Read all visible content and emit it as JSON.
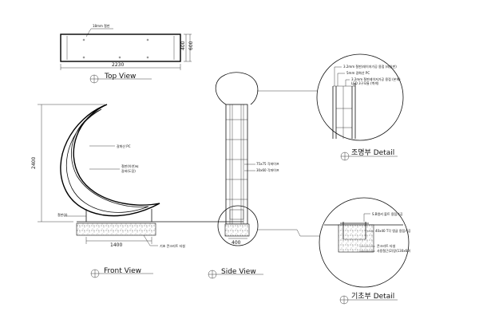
{
  "views": {
    "top": {
      "title": "Top View",
      "note_plate": "18mm 철판",
      "dim_width": "2230",
      "dim_depth_outer": "600",
      "dim_depth_inner": "400"
    },
    "front": {
      "title": "Front View",
      "note_pc": "갈화산 PC",
      "note_frame_1": "철판(아연)씨",
      "note_frame_2": "갈바(도장)",
      "note_base": "철판(아",
      "note_concrete": "기초 콘크리트 타설",
      "dim_height": "2400",
      "dim_width": "1400"
    },
    "side": {
      "title": "Side View",
      "note_pipe_1": "75x75 각파이프",
      "note_pipe_2": "30x60 각파이프",
      "dim_width": "400"
    },
    "light_detail": {
      "title": "조명부 Detail",
      "note_1": "3.2mm 철판(레이저가공 용접 (레일판)",
      "note_2": "5mm 갈화산 PC",
      "note_3": "3.2mm 철판레이저가공 용접 (본체)",
      "note_4": "LED 3구모듈 (백색)"
    },
    "base_detail": {
      "title": "기초부 Detail",
      "note_1": "S.B앵커 볼트 용접가공",
      "note_2": "40x40 T각 앵글 용접가공",
      "note_3": "콘크리트 타설",
      "note_4": "사용철근(2)장(130x60)"
    }
  }
}
